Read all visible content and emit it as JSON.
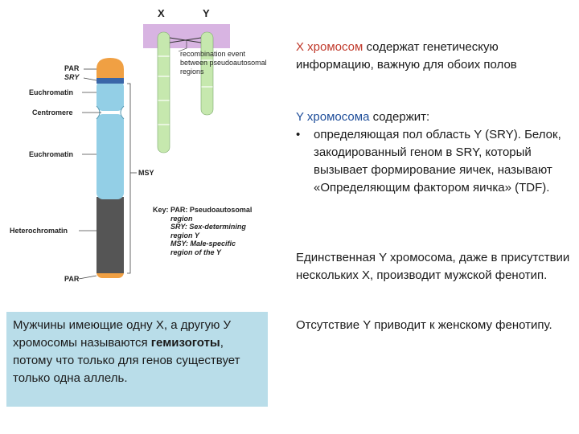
{
  "diagram": {
    "x_label": "X",
    "y_label": "Y",
    "recombination_note": [
      "recombination event",
      "between pseudoautosomal",
      "regions"
    ],
    "labels": {
      "par_top": "PAR",
      "sry": "SRY",
      "euchromatin_top": "Euchromatin",
      "centromere": "Centromere",
      "euchromatin_mid": "Euchromatin",
      "msy": "MSY",
      "heterochromatin": "Heterochromatin",
      "par_bottom": "PAR"
    },
    "key": [
      "Key: PAR: Pseudoautosomal",
      "region",
      "SRY: Sex-determining",
      "region Y",
      "MSY: Male-specific",
      "region of the Y"
    ],
    "colors": {
      "par_region": "#f0a043",
      "sry_band": "#3a66a8",
      "euchromatin": "#93cfe6",
      "heterochromatin": "#555555",
      "pairing_box": "#d8b4e2",
      "small_chromosome": "#c6e8ae"
    }
  },
  "right_text": {
    "p1_accent": "X хромосом",
    "p1_rest": " содержат генетическую информацию, важную для обоих полов",
    "p2_accent": "Y хромосома",
    "p2_rest": " содержит:",
    "bullet_mark": "•",
    "bullet_text": "определяющая пол область Y (SRY). Белок, закодированный геном в SRY, который вызывает формирование яичек, называют «Определяющим фактором яичка» (TDF).",
    "p3": "Единственная Y хромосома, даже в присутствии нескольких Х, производит мужской фенотип.",
    "p4": "Отсутствие Y приводит к женскому фенотипу."
  },
  "left_box": {
    "text_before": "Мужчины имеющие одну Х, а другую У хромосомы называются ",
    "bold_term": "гемизоготы",
    "text_after": ", потому что только для генов существует только одна аллель."
  }
}
